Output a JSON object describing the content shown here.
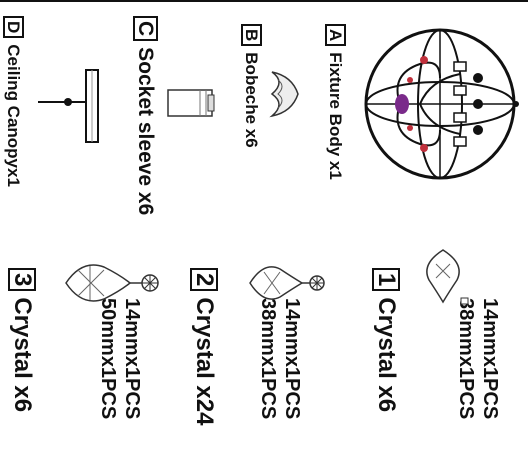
{
  "parts": [
    {
      "id": "A",
      "name": "Fixture Body x1"
    },
    {
      "id": "B",
      "name": "Bobeche  x6"
    },
    {
      "id": "C",
      "name": "Socket sleeve x6"
    },
    {
      "id": "D",
      "name": "Ceiling Canopyx1"
    }
  ],
  "crystals": [
    {
      "num": "1",
      "title": "Crystal x6",
      "size1": "14mmx1PCS",
      "size2": "38mmx1PCS"
    },
    {
      "num": "2",
      "title": "Crystal x24",
      "size1": "14mmx1PCS",
      "size2": "38mmx1PCS"
    },
    {
      "num": "3",
      "title": "Crystal x6",
      "size1": "14mmx1PCS",
      "size2": "50mmx1PCS"
    }
  ],
  "colors": {
    "ink": "#111111",
    "accent_red": "#c0303c",
    "accent_purple": "#7a2a8a"
  }
}
